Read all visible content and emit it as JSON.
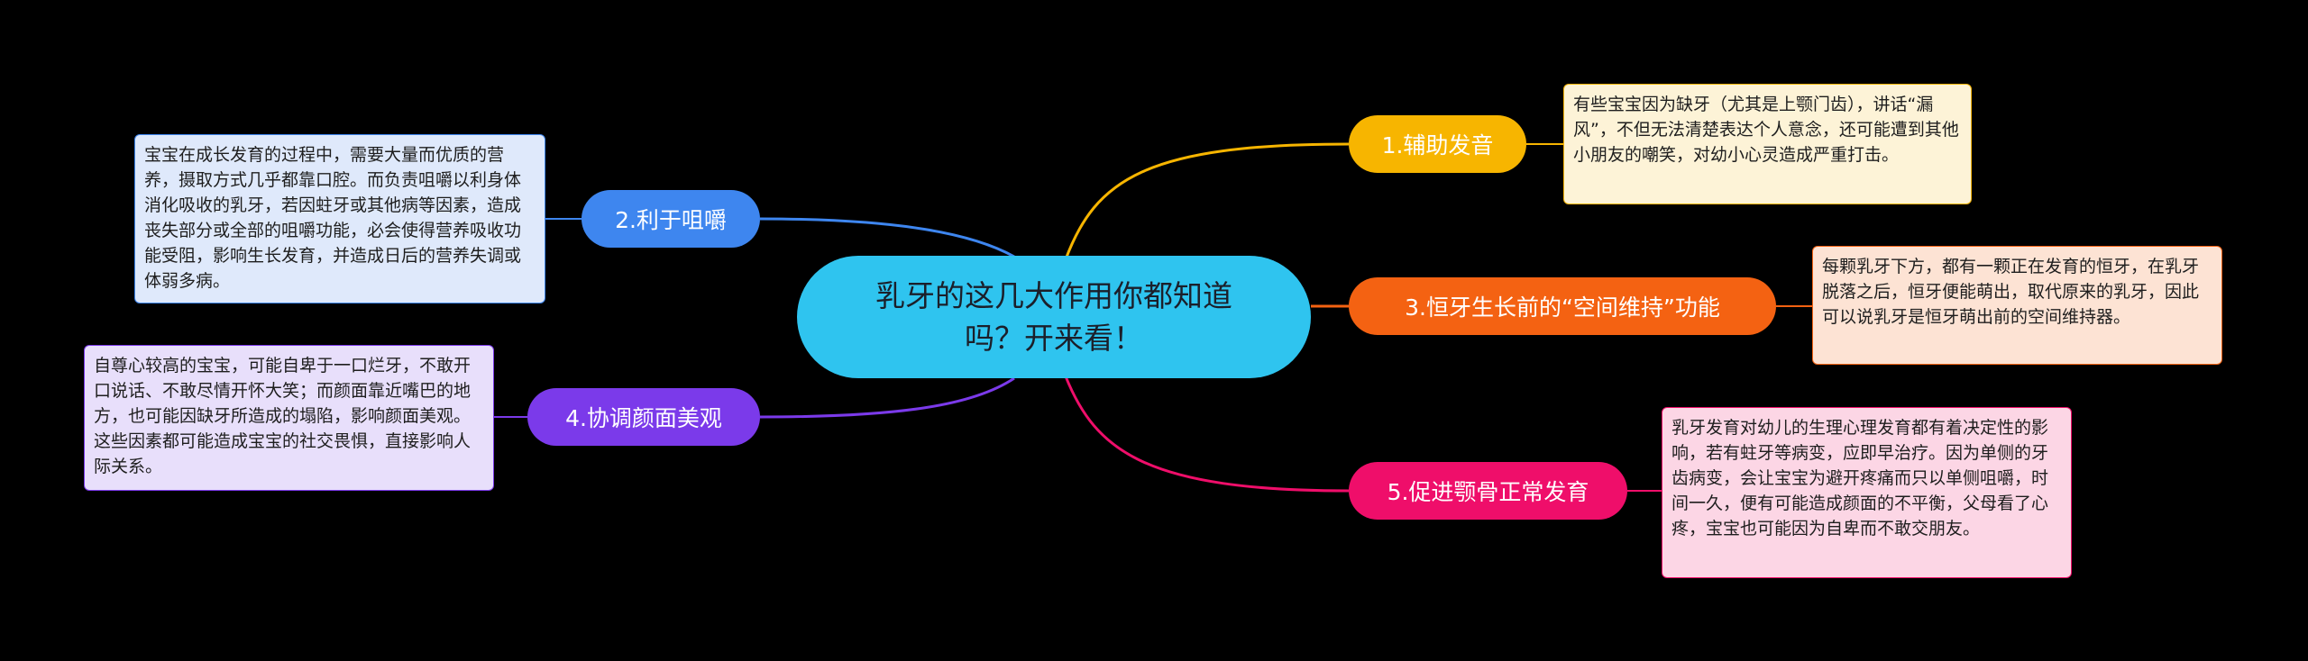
{
  "center": {
    "title": "乳牙的这几大作用你都知道吗？开来看！",
    "color": "#2fc4ef"
  },
  "branches": [
    {
      "id": "b1",
      "label": "1.辅助发音",
      "color": "#f7b500",
      "note": "有些宝宝因为缺牙（尤其是上颚门齿），讲话“漏风”，不但无法清楚表达个人意念，还可能遭到其他小朋友的嘲笑，对幼小心灵造成严重打击。",
      "note_bg": "#fdf3d7"
    },
    {
      "id": "b2",
      "label": "2.利于咀嚼",
      "color": "#3e86ef",
      "note": "宝宝在成长发育的过程中，需要大量而优质的营养，摄取方式几乎都靠口腔。而负责咀嚼以利身体消化吸收的乳牙，若因蛀牙或其他病等因素，造成丧失部分或全部的咀嚼功能，必会使得营养吸收功能受阻，影响生长发育，并造成日后的营养失调或体弱多病。",
      "note_bg": "#dfe9fb"
    },
    {
      "id": "b3",
      "label": "3.恒牙生长前的“空间维持”功能",
      "color": "#f46212",
      "note": "每颗乳牙下方，都有一颗正在发育的恒牙，在乳牙脱落之后，恒牙便能萌出，取代原来的乳牙，因此可以说乳牙是恒牙萌出前的空间维持器。",
      "note_bg": "#fde3d4"
    },
    {
      "id": "b4",
      "label": "4.协调颜面美观",
      "color": "#7b3aea",
      "note": "自尊心较高的宝宝，可能自卑于一口烂牙，不敢开口说话、不敢尽情开怀大笑；而颜面靠近嘴巴的地方，也可能因缺牙所造成的塌陷，影响颜面美观。这些因素都可能造成宝宝的社交畏惧，直接影响人际关系。",
      "note_bg": "#e8dffb"
    },
    {
      "id": "b5",
      "label": "5.促进颚骨正常发育",
      "color": "#ef0e6a",
      "note": "乳牙发育对幼儿的生理心理发育都有着决定性的影响，若有蛀牙等病变，应即早治疗。因为单侧的牙齿病变，会让宝宝为避开疼痛而只以单侧咀嚼，时间一久，便有可能造成颜面的不平衡，父母看了心疼，宝宝也可能因为自卑而不敢交朋友。",
      "note_bg": "#fcd6e5"
    }
  ]
}
